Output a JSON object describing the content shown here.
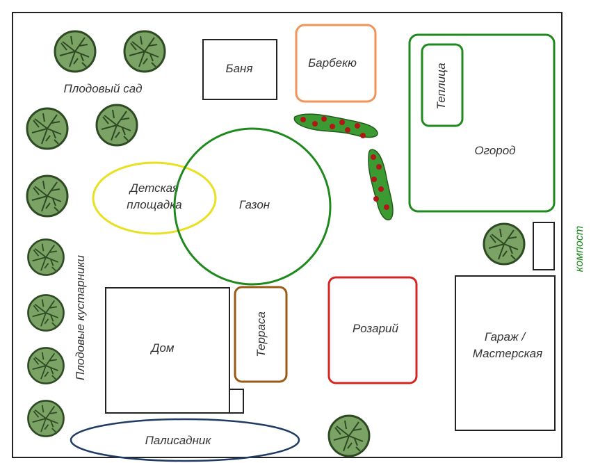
{
  "labels": {
    "orchard": "Плодовый сад",
    "bathhouse": "Баня",
    "barbecue": "Барбекю",
    "greenhouse": "Теплица",
    "vegetable_garden": "Огород",
    "playground_line1": "Детская",
    "playground_line2": "площадка",
    "lawn": "Газон",
    "compost": "компост",
    "fruit_shrubs": "Плодовые кустарники",
    "terrace": "Терраса",
    "rose_garden": "Розарий",
    "house": "Дом",
    "garage_line1": "Гараж /",
    "garage_line2": "Мастерская",
    "front_garden": "Палисадник"
  },
  "colors": {
    "outline": "#222222",
    "green": "#1e8a1e",
    "yellow": "#e8e020",
    "orange": "#f0955a",
    "brown": "#9a5a14",
    "red": "#d42424",
    "navy": "#1f3b63",
    "tree_fill": "#7aa365",
    "tree_edge": "#2e4a23",
    "shrub_leaf": "#3c9a32",
    "shrub_berry": "#b01818"
  },
  "icons": {
    "tree": "tree-icon",
    "berry_shrub": "berry-shrub-icon"
  }
}
